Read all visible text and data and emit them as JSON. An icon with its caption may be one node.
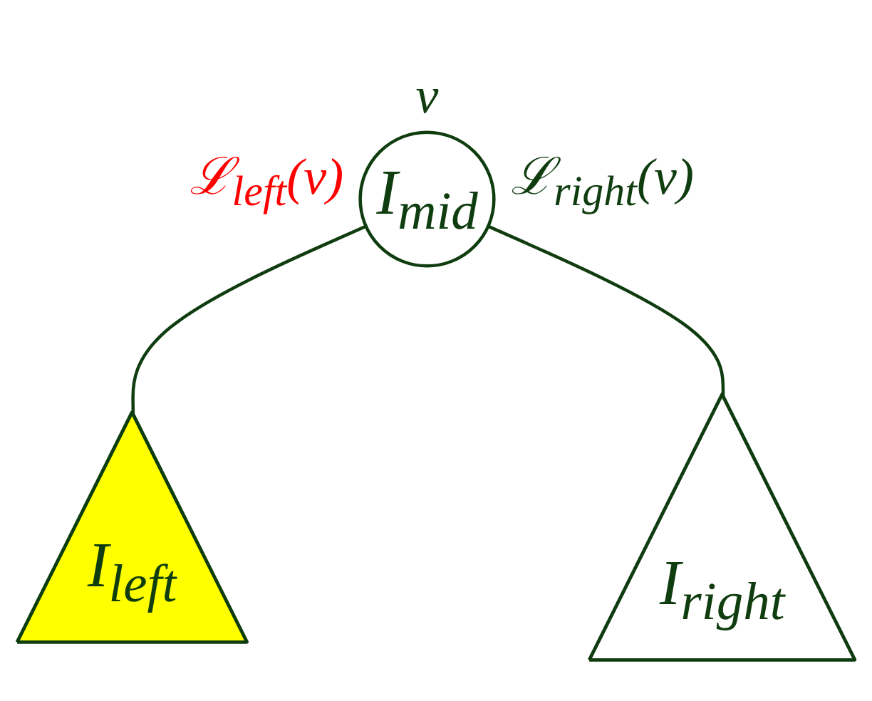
{
  "diagram": {
    "nodes": [
      {
        "text": [
          "I$_{mid}$"
        ],
        "beside": [
          "v",
          "ℒ$_{left}$(v)",
          "ℒ$_{right}$(v)"
        ]
      },
      {
        "text": [
          "I$_{left}$"
        ]
      },
      {
        "text": [
          "I$_{right}$"
        ]
      }
    ],
    "edges": [
      {
        "from": 0,
        "to": 1,
        "arrow": "none"
      },
      {
        "from": 0,
        "to": 2,
        "arrow": "none"
      }
    ]
  }
}
